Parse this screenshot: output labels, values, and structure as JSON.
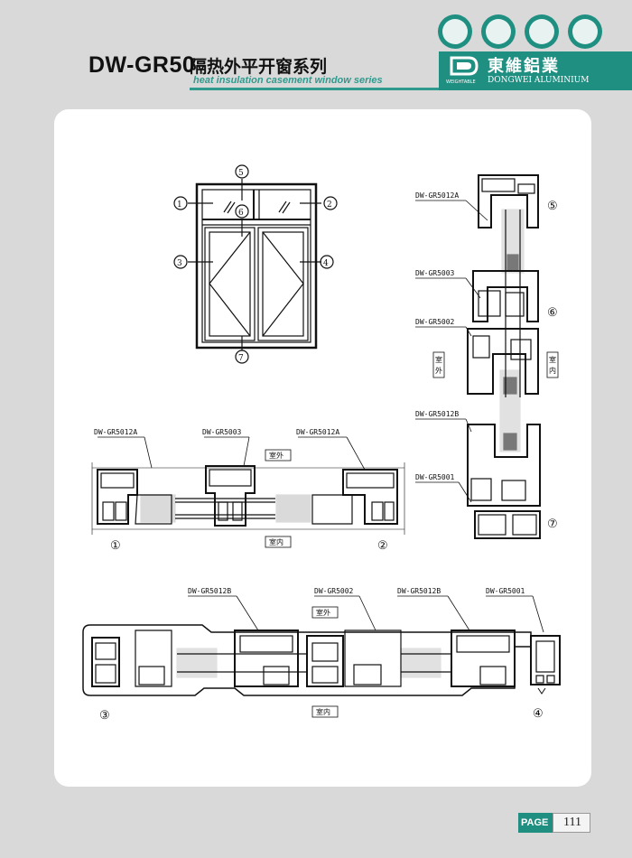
{
  "header": {
    "model": "DW-GR50",
    "title_cn": "隔热外平开窗系列",
    "title_en": "heat insulation casement window series",
    "brand_cn": "東維鋁業",
    "brand_en": "DONGWEI ALUMINIUM",
    "brand_small": "WEIGHTABLE"
  },
  "markers": {
    "m1": "1",
    "m2": "2",
    "m3": "3",
    "m4": "4",
    "m5": "5",
    "m6": "6",
    "m7": "7",
    "c1": "①",
    "c2": "②",
    "c3": "③",
    "c4": "④",
    "c5": "⑤",
    "c6": "⑥",
    "c7": "⑦"
  },
  "section_top": {
    "label_left": "DW-GR5012A",
    "label_mid": "DW-GR5003",
    "label_right": "DW-GR5012A",
    "outdoor": "室外",
    "indoor": "室内"
  },
  "section_right": {
    "label_a": "DW-GR5012A",
    "label_b": "DW-GR5003",
    "label_c": "DW-GR5002",
    "label_d": "DW-GR5012B",
    "label_e": "DW-GR5001",
    "outdoor_1": "室",
    "outdoor_2": "外",
    "indoor_1": "室",
    "indoor_2": "内"
  },
  "section_bottom": {
    "label_a": "DW-GR5012B",
    "label_b": "DW-GR5002",
    "label_c": "DW-GR5012B",
    "label_d": "DW-GR5001",
    "outdoor": "室外",
    "indoor": "室内"
  },
  "footer": {
    "page_label": "PAGE",
    "page_number": "111"
  },
  "colors": {
    "accent": "#1f8f82",
    "background": "#d9d9d9",
    "card": "#ffffff"
  }
}
